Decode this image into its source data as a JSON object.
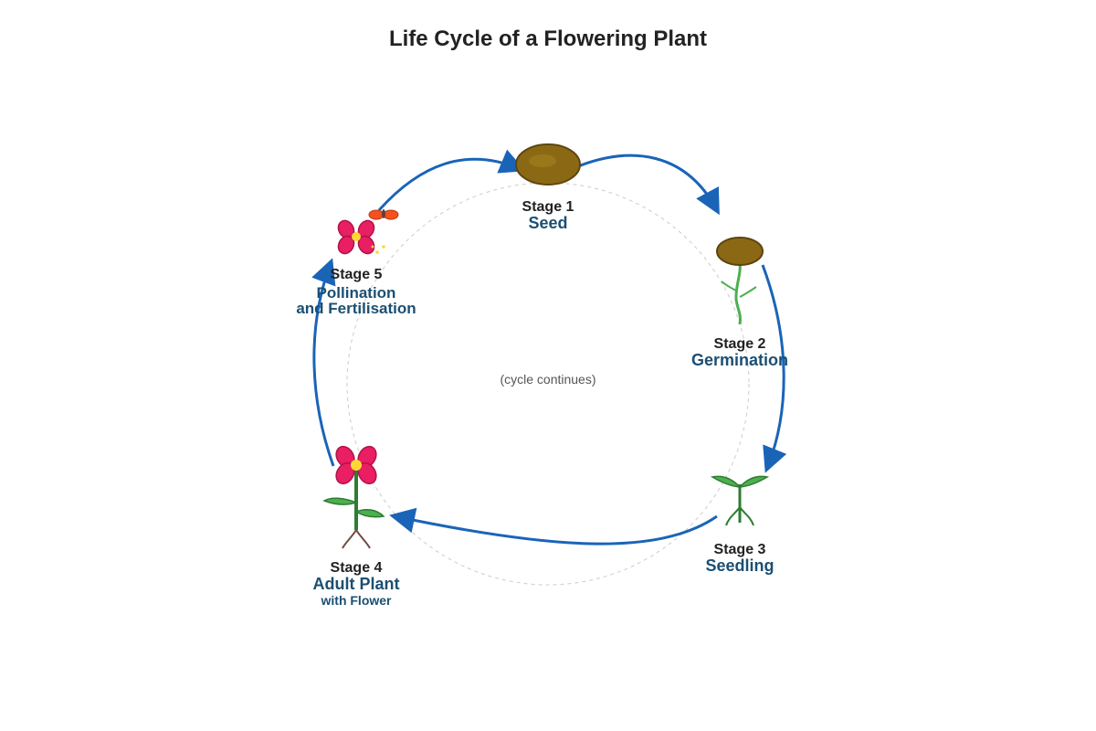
{
  "title": "Life Cycle of a Flowering Plant",
  "center_note": "(cycle continues)",
  "colors": {
    "arrow": "#1a64b8",
    "stage_name": "#1b4f72",
    "seed": "#8b6914",
    "stem": "#2e7d32",
    "leaf": "#4caf50",
    "petal": "#e91e63",
    "flower_center": "#fdd835",
    "root": "#6d4c41",
    "insect": "#f4511e"
  },
  "stages": [
    {
      "number": "Stage 1",
      "name": "Seed",
      "icon": "seed-icon"
    },
    {
      "number": "Stage 2",
      "name": "Germination",
      "icon": "germinating-seed-icon"
    },
    {
      "number": "Stage 3",
      "name": "Seedling",
      "icon": "seedling-icon"
    },
    {
      "number": "Stage 4",
      "name": "Adult Plant",
      "sub": "with Flower",
      "icon": "flowering-plant-icon"
    },
    {
      "number": "Stage 5",
      "name_line1": "Pollination",
      "name_line2": "and Fertilisation",
      "icon": "pollination-icon"
    }
  ]
}
